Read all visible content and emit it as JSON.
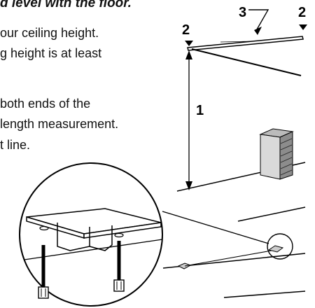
{
  "heading": "d level with the floor.",
  "text_lines": [
    "our ceiling height.",
    "g height is at least",
    "both ends of the",
    "length measurement.",
    "t line."
  ],
  "callouts": {
    "height": "1",
    "end_left": "2",
    "end_right": "2",
    "length": "3"
  },
  "icons": [
    "ceiling-line-icon",
    "height-arrow-icon",
    "dresser-icon",
    "bracket-detail-icon",
    "floor-bracket-icon",
    "bolt-icon"
  ]
}
